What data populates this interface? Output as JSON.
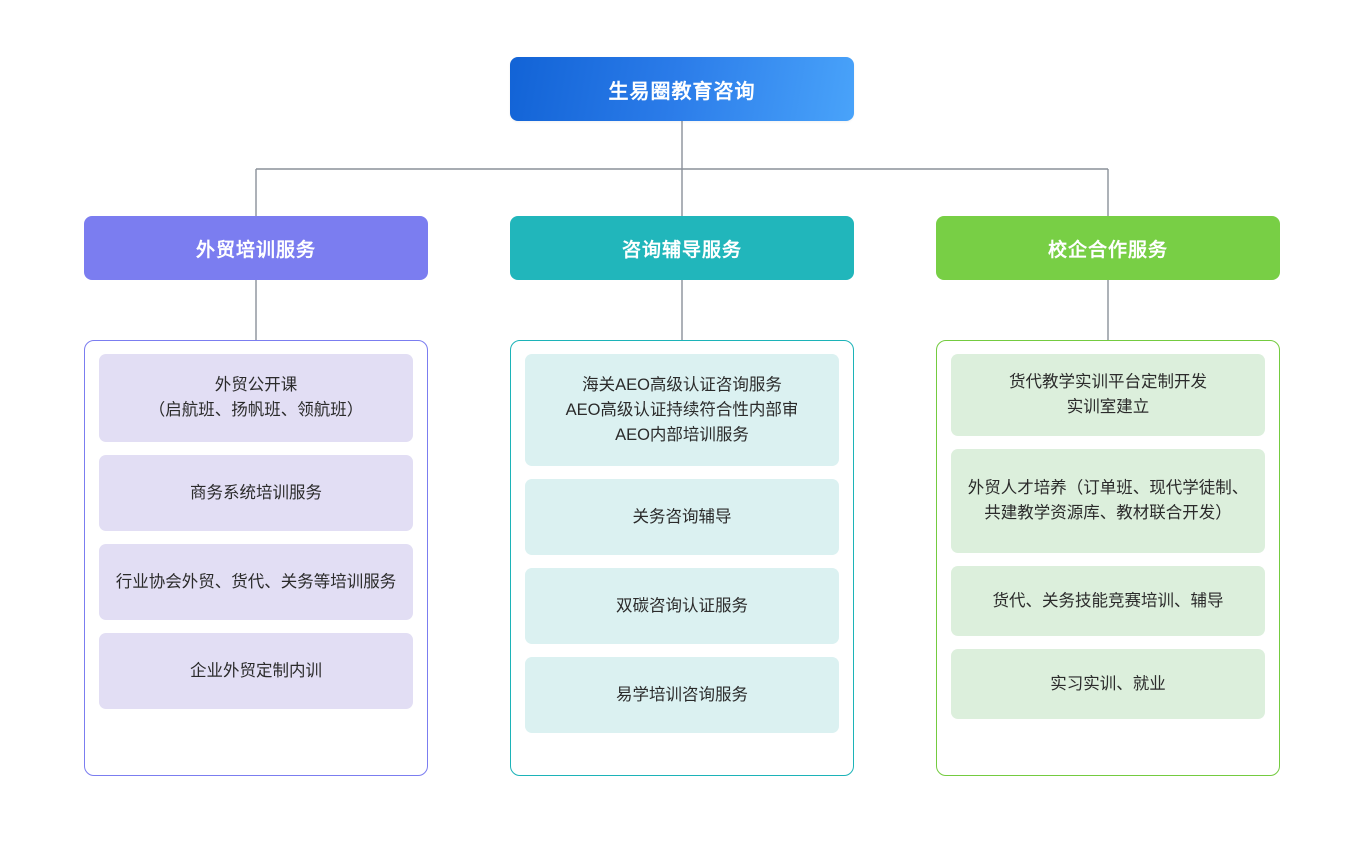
{
  "diagram": {
    "type": "organization-tree",
    "orientation": "top-down",
    "connector_color": "#8a9099",
    "background": "#ffffff",
    "root": {
      "label": "生易圈教育咨询",
      "gradient_from": "#1263d6",
      "gradient_to": "#49a3fa",
      "text_color": "#ffffff"
    },
    "branches": [
      {
        "key": "foreign-trade-training",
        "header": "外贸培训服务",
        "header_color": "#7b7df0",
        "border_color": "#7b7df0",
        "card_color": "#e2def4",
        "items": [
          "外贸公开课\n（启航班、扬帆班、领航班）",
          "商务系统培训服务",
          "行业协会外贸、货代、关务等培训服务",
          "企业外贸定制内训"
        ]
      },
      {
        "key": "consulting-tutoring",
        "header": "咨询辅导服务",
        "header_color": "#21b6bb",
        "border_color": "#1cb3b8",
        "card_color": "#dbf1f1",
        "items": [
          "海关AEO高级认证咨询服务\nAEO高级认证持续符合性内部审\nAEO内部培训服务",
          "关务咨询辅导",
          "双碳咨询认证服务",
          "易学培训咨询服务"
        ]
      },
      {
        "key": "school-enterprise-cooperation",
        "header": "校企合作服务",
        "header_color": "#78cf45",
        "border_color": "#74cb40",
        "card_color": "#dcefdc",
        "items": [
          "货代教学实训平台定制开发\n实训室建立",
          "外贸人才培养（订单班、现代学徒制、共建教学资源库、教材联合开发）",
          "货代、关务技能竞赛培训、辅导",
          "实习实训、就业"
        ]
      }
    ]
  }
}
